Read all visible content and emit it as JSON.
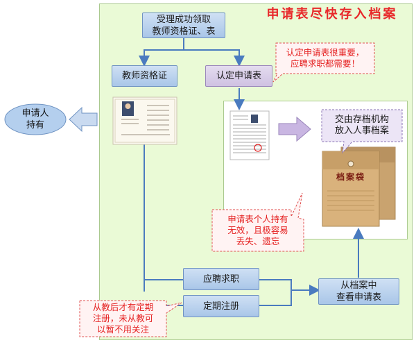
{
  "title": "申请表尽快存入档案",
  "applicant": {
    "label": "申请人\n持有"
  },
  "boxes": {
    "receive": "受理成功领取\n教师资格证、表",
    "certificate": "教师资格证",
    "confirm_form": "认定申请表",
    "archive": "交由存档机构\n放入人事档案",
    "job_hunting": "应聘求职",
    "registration": "定期注册",
    "check_archive": "从档案中\n查看申请表"
  },
  "callouts": {
    "important": "认定申请表很重要，\n应聘求职都需要！",
    "invalid": "申请表个人持有\n无效，且极容易\n丢失、遗忘",
    "registration_note": "从教后才有定期\n注册，未从教可\n以暂不用关注"
  },
  "images": {
    "envelope_label": "档案袋"
  },
  "colors": {
    "panel_bg": "#eafad6",
    "box_blue": "#b9d1ee",
    "box_purple": "#d9cde9",
    "arrow_blue": "#5b8cc7",
    "callout_text": "#e52020",
    "title_red": "#e8282a"
  }
}
